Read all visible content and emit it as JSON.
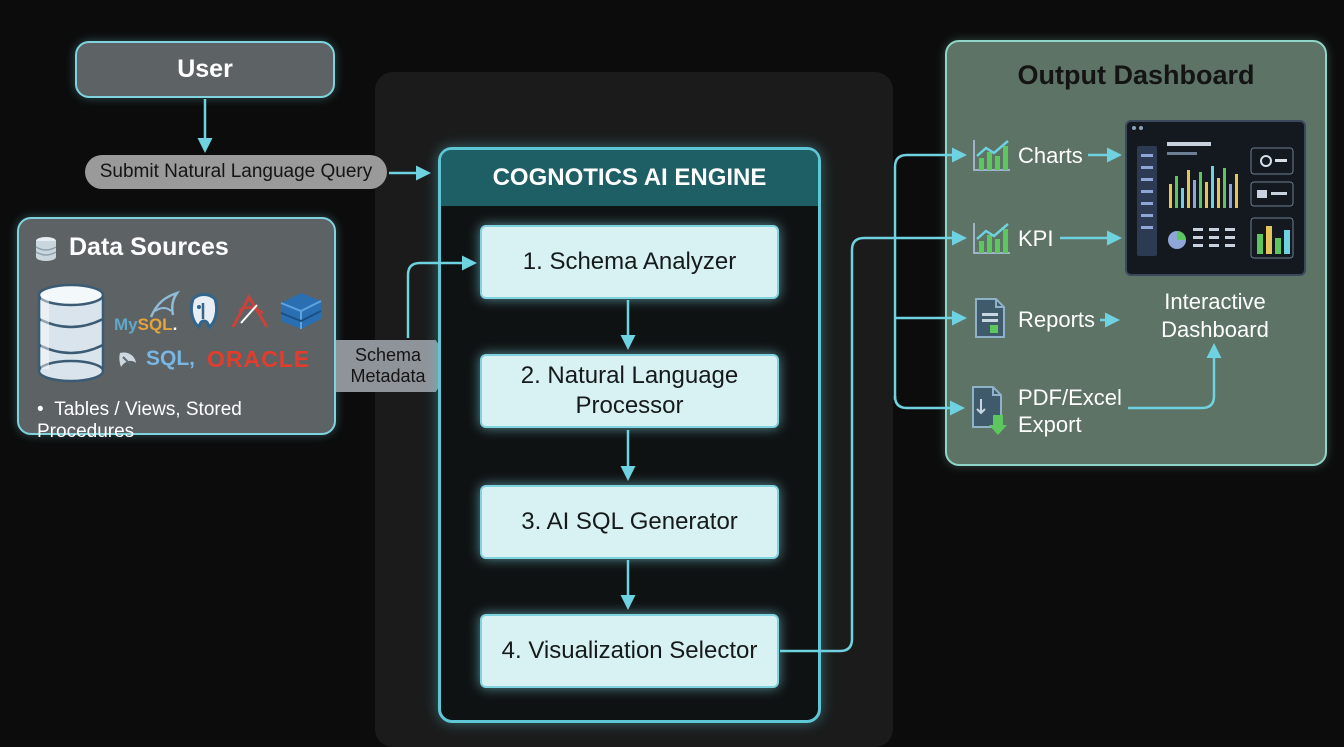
{
  "user": {
    "label": "User"
  },
  "query": {
    "label": "Submit Natural Language Query"
  },
  "data_sources": {
    "title": "Data Sources",
    "logos": {
      "mysql_my": "My",
      "mysql_sql": "SQL",
      "mysql_dot": ".",
      "sql": "SQL,",
      "oracle": "ORACLE"
    },
    "bullet": "Tables / Views, Stored Procedures"
  },
  "schema_metadata": {
    "line1": "Schema",
    "line2": "Metadata"
  },
  "engine": {
    "title": "COGNOTICS AI ENGINE",
    "steps": [
      {
        "line1": "1. Schema Analyzer",
        "line2": ""
      },
      {
        "line1": "2. Natural Language",
        "line2": "Processor"
      },
      {
        "line1": "3. AI SQL Generator",
        "line2": ""
      },
      {
        "line1": "4. Visualization Selector",
        "line2": ""
      }
    ]
  },
  "output": {
    "title": "Output Dashboard",
    "items": [
      {
        "label": "Charts",
        "icon": "chart-icon"
      },
      {
        "label": "KPI",
        "icon": "chart-icon"
      },
      {
        "label": "Reports",
        "icon": "document-icon"
      },
      {
        "label_line1": "PDF/Excel",
        "label_line2": "Export",
        "icon": "export-download-icon"
      }
    ],
    "interactive_line1": "Interactive",
    "interactive_line2": "Dashboard"
  },
  "colors": {
    "connector": "#6fd2e0",
    "engine_header": "#1e5e65",
    "step_fill": "#d8f1f2",
    "output_panel": "#5d7365"
  }
}
